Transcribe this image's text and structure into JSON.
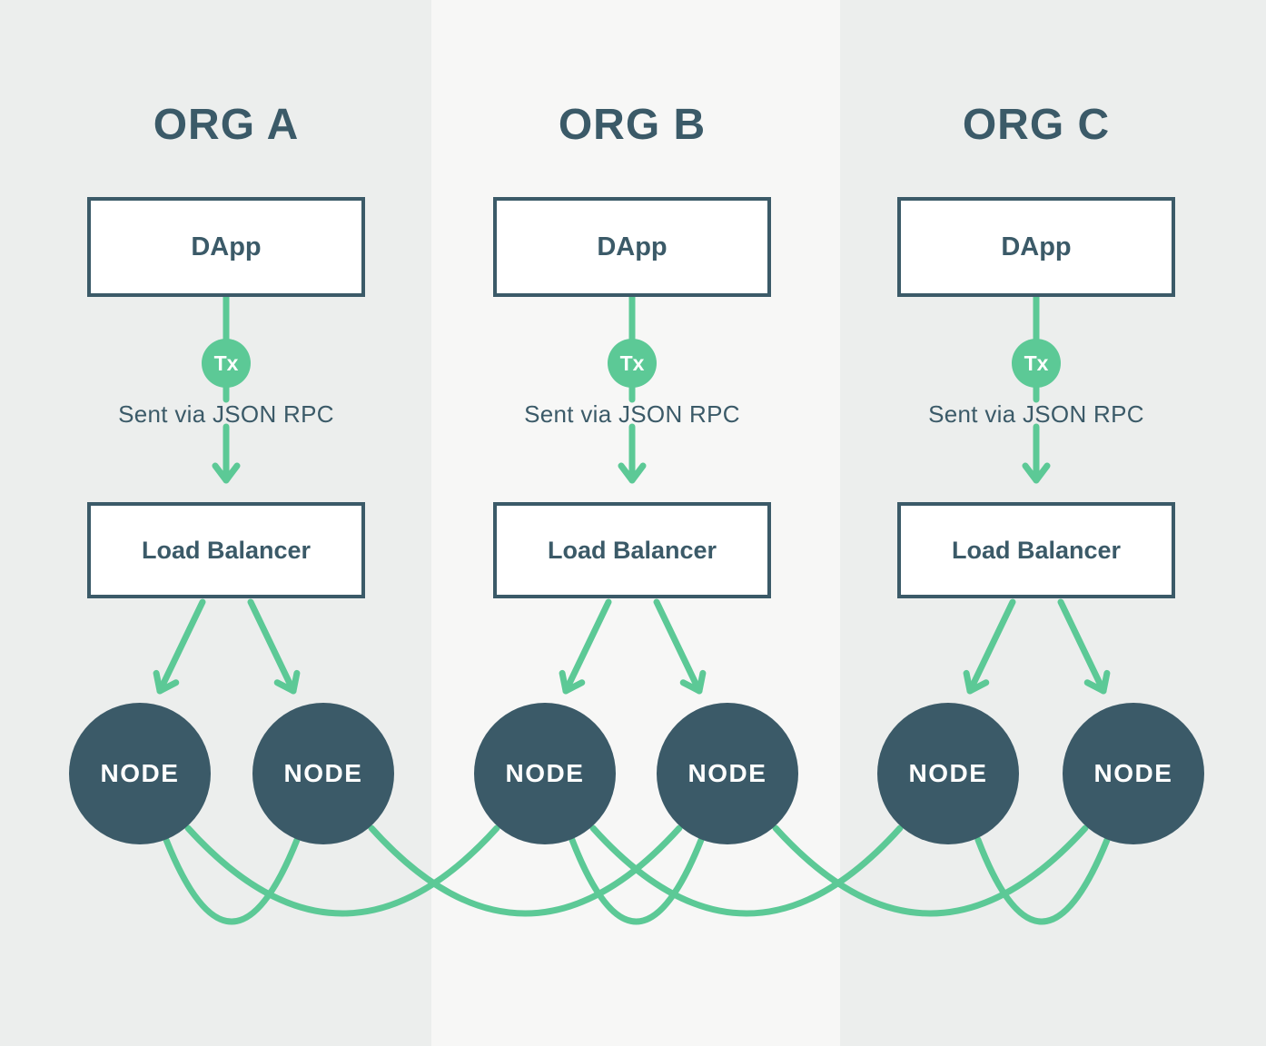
{
  "colors": {
    "panel-side": "#ECEEED",
    "panel-middle": "#F7F7F6",
    "slate": "#3B5A68",
    "green": "#5CC996",
    "box-fill": "#FFFFFF",
    "text-on-dark": "#FFFFFF"
  },
  "columns": [
    {
      "title": "ORG A",
      "dapp": "DApp",
      "tx_badge": "Tx",
      "caption": "Sent via JSON RPC",
      "load_balancer": "Load Balancer",
      "nodes": [
        "NODE",
        "NODE"
      ]
    },
    {
      "title": "ORG B",
      "dapp": "DApp",
      "tx_badge": "Tx",
      "caption": "Sent via JSON RPC",
      "load_balancer": "Load Balancer",
      "nodes": [
        "NODE",
        "NODE"
      ]
    },
    {
      "title": "ORG C",
      "dapp": "DApp",
      "tx_badge": "Tx",
      "caption": "Sent via JSON RPC",
      "load_balancer": "Load Balancer",
      "nodes": [
        "NODE",
        "NODE"
      ]
    }
  ],
  "node_mesh_edges": [
    [
      "A1",
      "A2"
    ],
    [
      "B1",
      "B2"
    ],
    [
      "C1",
      "C2"
    ],
    [
      "A1",
      "B1"
    ],
    [
      "A2",
      "B2"
    ],
    [
      "B1",
      "C1"
    ],
    [
      "B2",
      "C2"
    ]
  ]
}
